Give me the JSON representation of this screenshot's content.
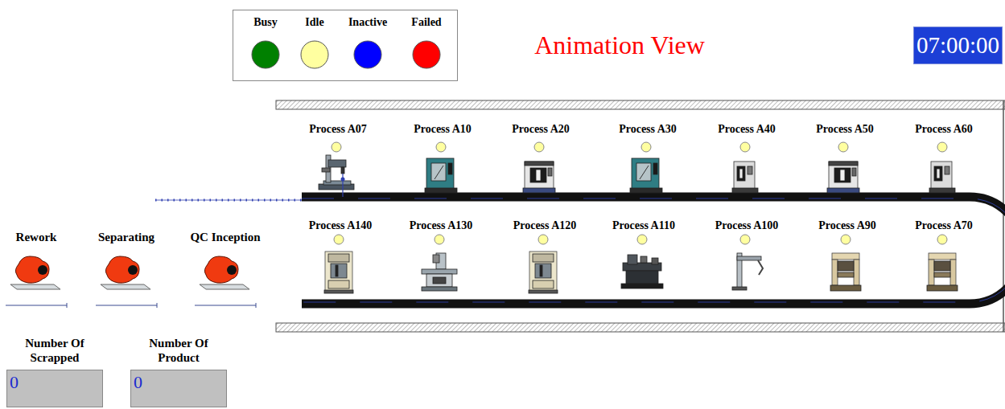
{
  "diagram": {
    "title": "Animation View",
    "nodes": [
      {
        "text": [
          "Process A07"
        ]
      },
      {
        "text": [
          "Process A10"
        ]
      },
      {
        "text": [
          "Process A20"
        ]
      },
      {
        "text": [
          "Process A30"
        ]
      },
      {
        "text": [
          "Process A40"
        ]
      },
      {
        "text": [
          "Process A50"
        ]
      },
      {
        "text": [
          "Process A60"
        ]
      },
      {
        "text": [
          "Process A140"
        ]
      },
      {
        "text": [
          "Process A130"
        ]
      },
      {
        "text": [
          "Process A120"
        ]
      },
      {
        "text": [
          "Process A110"
        ]
      },
      {
        "text": [
          "Process A100"
        ]
      },
      {
        "text": [
          "Process A90"
        ]
      },
      {
        "text": [
          "Process A70"
        ]
      },
      {
        "text": [
          "Rework"
        ]
      },
      {
        "text": [
          "Separating"
        ]
      },
      {
        "text": [
          "QC Inception"
        ]
      },
      {
        "text": [
          "Number Of Scrapped",
          "0"
        ]
      },
      {
        "text": [
          "Number Of Product",
          "0"
        ]
      },
      {
        "text": [
          "07:00:00"
        ]
      }
    ],
    "legend": [
      {
        "text": "Busy",
        "color": "#008000"
      },
      {
        "text": "Idle",
        "color": "#ffffa0"
      },
      {
        "text": "Inactive",
        "color": "#0000ff"
      },
      {
        "text": "Failed",
        "color": "#ff0000"
      }
    ]
  }
}
